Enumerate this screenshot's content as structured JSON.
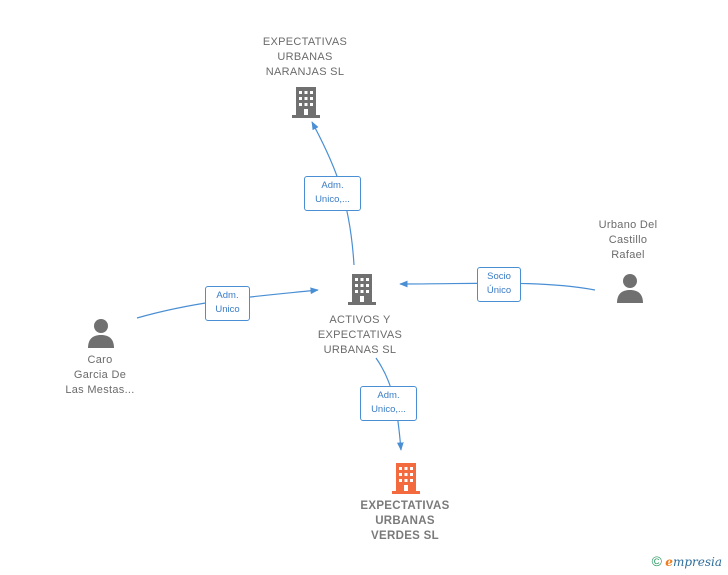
{
  "nodes": {
    "naranjas": {
      "label": "EXPECTATIVAS\nURBANAS\nNARANJAS  SL",
      "icon": "building-icon",
      "color": "#707070"
    },
    "activos": {
      "label": "ACTIVOS Y\nEXPECTATIVAS\nURBANAS  SL",
      "icon": "building-icon",
      "color": "#707070"
    },
    "verdes": {
      "label": "EXPECTATIVAS\nURBANAS\nVERDES  SL",
      "icon": "building-icon",
      "color": "#f26a3d"
    },
    "urbano": {
      "label": "Urbano Del\nCastillo\nRafael",
      "icon": "person-icon",
      "color": "#707070"
    },
    "caro": {
      "label": "Caro\nGarcia De\nLas Mestas...",
      "icon": "person-icon",
      "color": "#707070"
    }
  },
  "edges": {
    "activos_naranjas": "Adm.\nUnico,...",
    "caro_activos": "Adm.\nUnico",
    "urbano_activos": "Socio\nÚnico",
    "activos_verdes": "Adm.\nUnico,..."
  },
  "brand": {
    "copyright": "©",
    "initial": "e",
    "name": "mpresia"
  },
  "colors": {
    "edge": "#4a8fd4",
    "company": "#707070",
    "focus": "#f26a3d"
  }
}
